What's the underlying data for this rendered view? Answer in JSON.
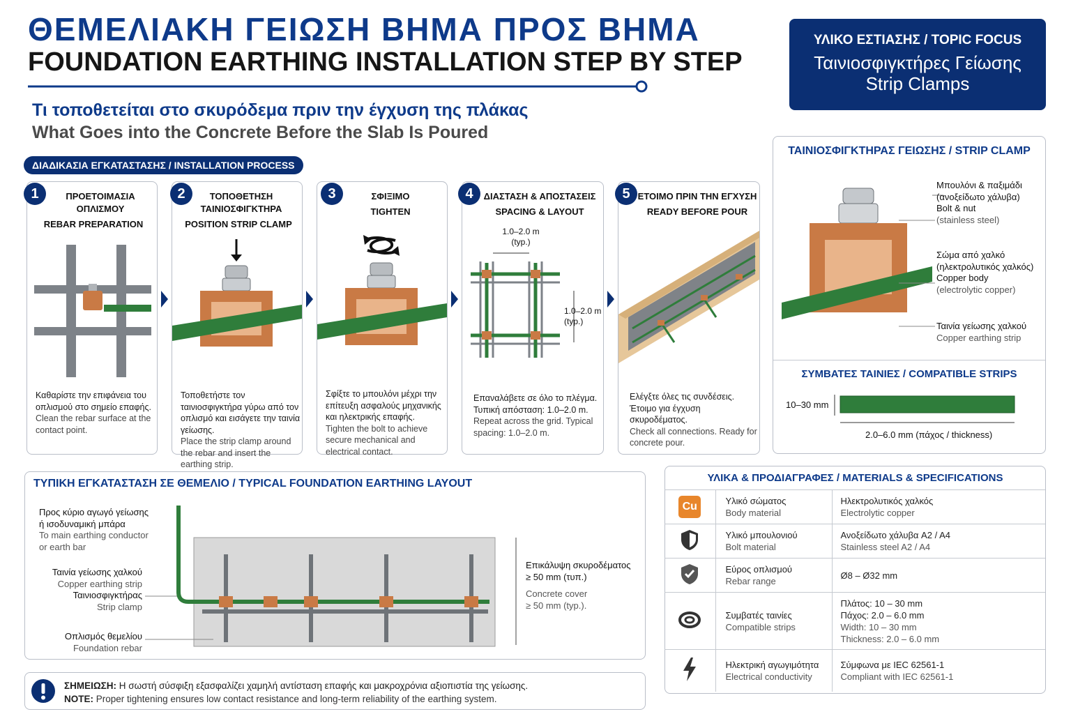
{
  "header": {
    "title_gr": "ΘΕΜΕΛΙΑΚΗ ΓΕΙΩΣΗ ΒΗΜΑ ΠΡΟΣ ΒΗΜΑ",
    "title_en": "FOUNDATION EARTHING INSTALLATION STEP BY STEP",
    "subtitle_gr": "Τι τοποθετείται στο σκυρόδεμα πριν την έγχυση της πλάκας",
    "subtitle_en": "What Goes into the Concrete Before the Slab Is Poured"
  },
  "topic": {
    "label": "ΥΛΙΚΟ ΕΣΤΙΑΣΗΣ / TOPIC FOCUS",
    "line1": "Ταινιοσφιγκτήρες Γείωσης",
    "line2": "Strip Clamps"
  },
  "process_label": "ΔΙΑΔΙΚΑΣΙΑ ΕΓΚΑΤΑΣΤΑΣΗΣ / INSTALLATION PROCESS",
  "steps": [
    {
      "num": "1",
      "title_gr": "ΠΡΟΕΤΟΙΜΑΣΙΑ ΟΠΛΙΣΜΟΥ",
      "title_en": "REBAR PREPARATION",
      "desc_gr": "Καθαρίστε την επιφάνεια του οπλισμού στο σημείο επαφής.",
      "desc_en": "Clean the rebar surface at the contact point."
    },
    {
      "num": "2",
      "title_gr": "ΤΟΠΟΘΕΤΗΣΗ ΤΑΙΝΙΟΣΦΙΓΚΤΗΡΑ",
      "title_en": "POSITION STRIP CLAMP",
      "desc_gr": "Τοποθετήστε τον ταινιοσφιγκτήρα γύρω από τον οπλισμό και εισάγετε την ταινία γείωσης.",
      "desc_en": "Place the strip clamp around the rebar and insert the earthing strip."
    },
    {
      "num": "3",
      "title_gr": "ΣΦΙΞΙΜΟ",
      "title_en": "TIGHTEN",
      "desc_gr": "Σφίξτε το μπουλόνι μέχρι την επίτευξη ασφαλούς μηχανικής και ηλεκτρικής επαφής.",
      "desc_en": "Tighten the bolt to achieve secure mechanical and electrical contact."
    },
    {
      "num": "4",
      "title_gr": "ΔΙΑΣΤΑΣΗ & ΑΠΟΣΤΑΣΕΙΣ",
      "title_en": "SPACING & LAYOUT",
      "desc_gr": "Επαναλάβετε σε όλο το πλέγμα. Τυπική απόσταση: 1.0–2.0 m.",
      "desc_en": "Repeat across the grid. Typical spacing: 1.0–2.0 m.",
      "dim_h": "1.0–2.0 m",
      "dim_h2": "(typ.)",
      "dim_v": "1.0–2.0 m",
      "dim_v2": "(typ.)"
    },
    {
      "num": "5",
      "title_gr": "ΕΤΟΙΜΟ ΠΡΙΝ ΤΗΝ ΕΓΧΥΣΗ",
      "title_en": "READY BEFORE POUR",
      "desc_gr": "Ελέγξτε όλες τις συνδέσεις. Έτοιμο για έγχυση σκυροδέματος.",
      "desc_en": "Check all connections. Ready for concrete pour."
    }
  ],
  "clamp_panel": {
    "title": "ΤΑΙΝΙΟΣΦΙΓΚΤΗΡΑΣ ΓΕΙΩΣΗΣ / STRIP CLAMP",
    "bolt": {
      "gr1": "Μπουλόνι & παξιμάδι",
      "gr2": "(ανοξείδωτο χάλυβα)",
      "en1": "Bolt & nut",
      "en2": "(stainless steel)"
    },
    "body": {
      "gr1": "Σώμα από χαλκό",
      "gr2": "(ηλεκτρολυτικός χαλκός)",
      "en1": "Copper body",
      "en2": "(electrolytic copper)"
    },
    "strip": {
      "gr": "Ταινία γείωσης χαλκού",
      "en": "Copper earthing strip"
    },
    "compat_title": "ΣΥΜΒΑΤΕΣ ΤΑΙΝΙΕΣ / COMPATIBLE STRIPS",
    "width": "10–30 mm",
    "thickness_gr": "2.0–6.0 mm (πάχος",
    "thickness_en": "/ thickness)"
  },
  "layout": {
    "title": "ΤΥΠΙΚΗ ΕΓΚΑΤΑΣΤΑΣΗ ΣΕ ΘΕΜΕΛΙΟ / TYPICAL FOUNDATION EARTHING LAYOUT",
    "conductor": {
      "gr1": "Προς κύριο αγωγό γείωσης",
      "gr2": "ή ισοδυναμική μπάρα",
      "en1": "To main earthing conductor",
      "en2": "or earth bar"
    },
    "strip": {
      "gr": "Ταινία γείωσης χαλκού",
      "en": "Copper earthing strip"
    },
    "clamp": {
      "gr": "Ταινιοσφιγκτήρας",
      "en": "Strip clamp"
    },
    "rebar": {
      "gr": "Οπλισμός θεμελίου",
      "en": "Foundation rebar"
    },
    "cover": {
      "gr1": "Επικάλυψη σκυροδέματος",
      "gr2": "≥ 50 mm (τυπ.)",
      "en1": "Concrete cover",
      "en2": "≥ 50 mm (typ.)."
    }
  },
  "specs": {
    "title": "ΥΛΙΚΑ & ΠΡΟΔΙΑΓΡΑΦΕΣ / MATERIALS & SPECIFICATIONS",
    "rows": [
      {
        "icon": "Cu",
        "k_gr": "Υλικό σώματος",
        "k_en": "Body material",
        "v1": "Ηλεκτρολυτικός χαλκός",
        "v2": "Electrolytic copper"
      },
      {
        "k_gr": "Υλικό μπουλονιού",
        "k_en": "Bolt material",
        "v1": "Ανοξείδωτο χάλυβα A2 / A4",
        "v2": "Stainless steel A2 / A4"
      },
      {
        "k_gr": "Εύρος οπλισμού",
        "k_en": "Rebar range",
        "v1": "Ø8 – Ø32 mm"
      },
      {
        "k_gr": "Συμβατές ταινίες",
        "k_en": "Compatible strips",
        "v1": "Πλάτος: 10 – 30 mm",
        "v2": "Πάχος: 2.0 – 6.0 mm",
        "v3": "Width: 10 – 30 mm",
        "v4": "Thickness: 2.0 – 6.0 mm"
      },
      {
        "k_gr": "Ηλεκτρική αγωγιμότητα",
        "k_en": "Electrical conductivity",
        "v1": "Σύμφωνα με IEC 62561-1",
        "v2": "Compliant with IEC 62561-1"
      }
    ]
  },
  "note": {
    "label_gr": "ΣΗΜΕΙΩΣΗ:",
    "text_gr": "Η σωστή σύσφιξη εξασφαλίζει χαμηλή αντίσταση επαφής και μακροχρόνια αξιοπιστία της γείωσης.",
    "label_en": "NOTE:",
    "text_en": "Proper tightening ensures low contact resistance and long-term reliability of the earthing system."
  },
  "colors": {
    "navy": "#0b2f73",
    "copper": "#c97a45",
    "strip": "#2f7d3b",
    "steel": "#9aa0a6"
  }
}
